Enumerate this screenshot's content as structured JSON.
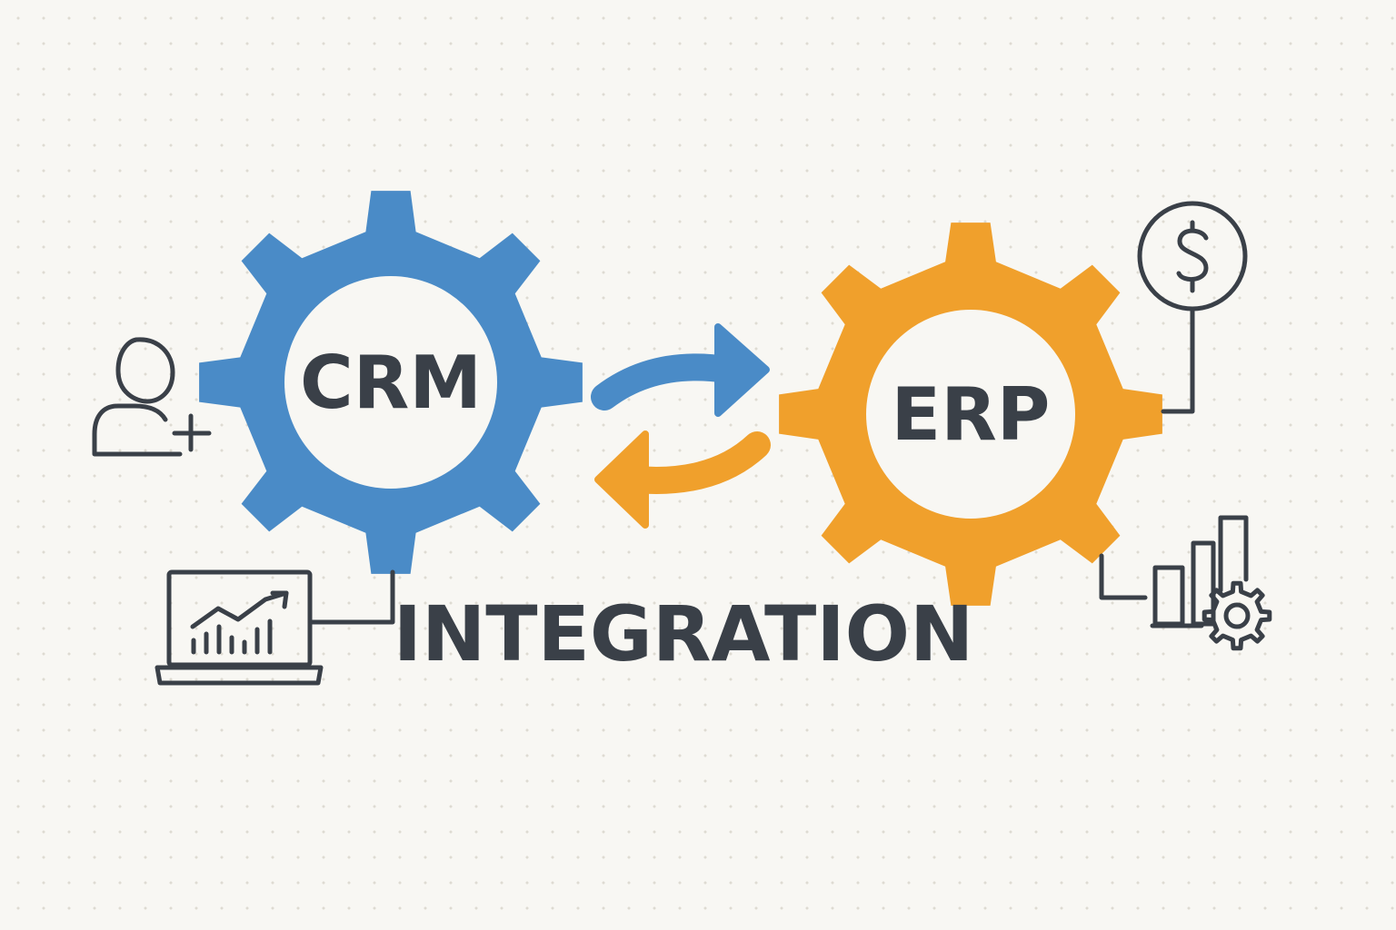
{
  "diagram": {
    "title": "INTEGRATION",
    "nodes": [
      {
        "id": "crm",
        "label": "CRM",
        "color": "#4a8bc7"
      },
      {
        "id": "erp",
        "label": "ERP",
        "color": "#f0a02c"
      }
    ],
    "edges": [
      {
        "from": "crm",
        "to": "erp",
        "color": "#4a8bc7"
      },
      {
        "from": "erp",
        "to": "crm",
        "color": "#f0a02c"
      }
    ],
    "side_icons": [
      {
        "attached_to": "crm",
        "icon": "add-user-icon"
      },
      {
        "attached_to": "crm",
        "icon": "laptop-analytics-icon"
      },
      {
        "attached_to": "erp",
        "icon": "dollar-coin-icon"
      },
      {
        "attached_to": "erp",
        "icon": "bar-chart-gear-icon"
      }
    ],
    "colors": {
      "ink": "#3a4048",
      "background": "#f8f7f3"
    }
  }
}
